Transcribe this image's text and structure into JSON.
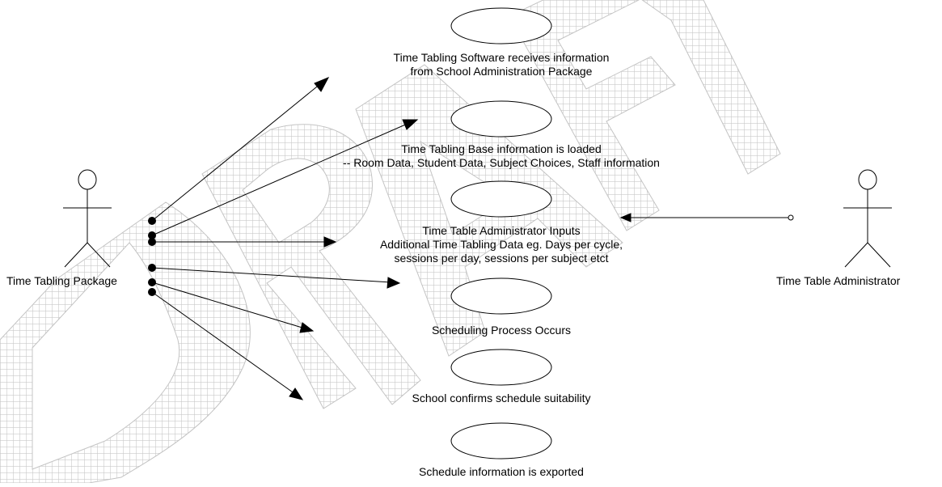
{
  "watermark": {
    "text": "DRAFT"
  },
  "actors": {
    "left": {
      "name": "Time Tabling Package"
    },
    "right": {
      "name": "Time Table Administrator"
    }
  },
  "use_cases": [
    {
      "lines": [
        "Time Tabling Software receives information",
        "from School Administration Package"
      ]
    },
    {
      "lines": [
        "Time Tabling Base information is loaded",
        "-- Room Data, Student Data, Subject Choices, Staff information"
      ]
    },
    {
      "lines": [
        "Time Table Administrator Inputs",
        "Additional Time Tabling Data eg. Days per cycle,",
        "sessions per day, sessions per subject etct"
      ]
    },
    {
      "lines": [
        "Scheduling Process Occurs"
      ]
    },
    {
      "lines": [
        "School confirms schedule suitability"
      ]
    },
    {
      "lines": [
        "Schedule information is exported"
      ]
    }
  ]
}
